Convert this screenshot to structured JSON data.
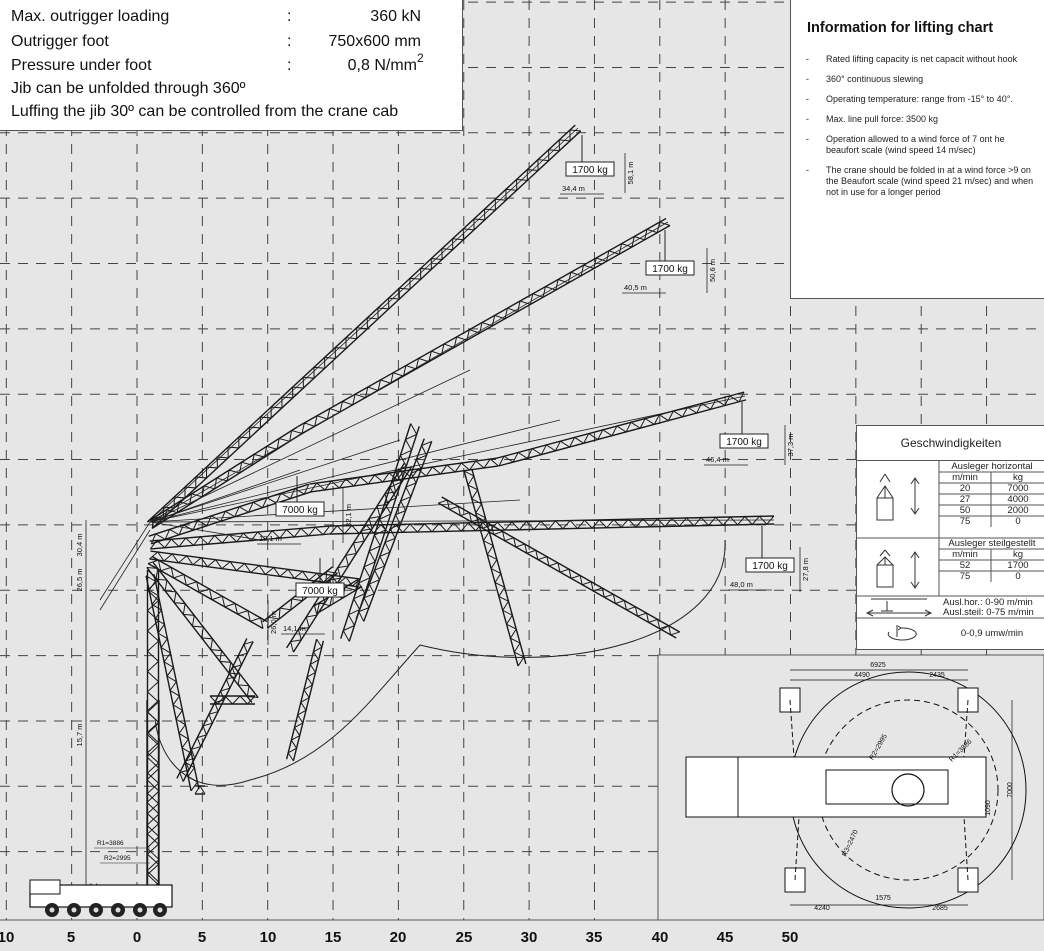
{
  "specs": {
    "rows": [
      {
        "label": "Max. outrigger loading",
        "value": "360 kN"
      },
      {
        "label": "Outrigger foot",
        "value": "750x600 mm"
      },
      {
        "label": "Pressure under foot",
        "value": "0,8 N/mm",
        "sup": "2"
      }
    ],
    "colon": ":",
    "notes": [
      "Jib can be unfolded through 360º",
      "Luffing the jib 30º can be controlled from the crane cab"
    ]
  },
  "info": {
    "title": "Information for lifting chart",
    "items": [
      "Rated lifting capacity is net capacit without hook",
      "360° continuous slewing",
      "Operating temperature: range from -15° to 40°.",
      "Max. line pull force:  3500 kg",
      "Operation allowed to a wind force of 7 ont he beaufort scale (wind speed 14 m/sec)",
      "The crane should be folded in at a wind force >9 on the Beaufort scale (wind speed 21 m/sec) and when not in use for a longer period"
    ]
  },
  "speeds": {
    "title": "Geschwindigkeiten",
    "horizontal": {
      "heading": "Ausleger horizontal",
      "cols": [
        "m/min",
        "kg"
      ],
      "rows": [
        [
          "20",
          "7000"
        ],
        [
          "27",
          "4000"
        ],
        [
          "50",
          "2000"
        ],
        [
          "75",
          "0"
        ]
      ]
    },
    "steep": {
      "heading": "Ausleger steilgestellt",
      "cols": [
        "m/min",
        "kg"
      ],
      "rows": [
        [
          "52",
          "1700"
        ],
        [
          "75",
          "0"
        ]
      ]
    },
    "trolley": [
      "Ausl.hor.: 0-90 m/min",
      "Ausl.steil: 0-75 m/min"
    ],
    "slew": "0-0,9 umw/min"
  },
  "axis": {
    "ticks": [
      "10",
      "5",
      "0",
      "5",
      "10",
      "15",
      "20",
      "25",
      "30",
      "35",
      "40",
      "45",
      "50"
    ]
  },
  "lifting": {
    "loads": [
      {
        "kg": "1700 kg",
        "radius": "34,4 m",
        "height": "58,1 m"
      },
      {
        "kg": "1700 kg",
        "radius": "40,5 m",
        "height": "50,6 m"
      },
      {
        "kg": "1700 kg",
        "radius": "46,4 m",
        "height": "37,3 m"
      },
      {
        "kg": "1700 kg",
        "radius": "48,0 m",
        "height": "27,8 m"
      },
      {
        "kg": "7000 kg",
        "radius": "12,1 m",
        "height": "32,1 m"
      },
      {
        "kg": "7000 kg",
        "radius": "14,1 m",
        "height": "26,0 m"
      }
    ],
    "mast_heights": [
      "30,4 m",
      "26,5 m",
      "15,7 m"
    ],
    "mast_radii": [
      "R1=3886",
      "R2=2995"
    ],
    "mast_small": "8,4"
  },
  "footprint": {
    "dims": [
      "6925",
      "4490",
      "2435",
      "4240",
      "1575",
      "2685",
      "7000",
      "1090"
    ],
    "radii": [
      "R2=2995",
      "R1=3886",
      "R3=2470"
    ]
  },
  "colors": {
    "grid": "#444444",
    "structure": "#1a1a1a",
    "panel_bg": "#ffffff",
    "chart_bg": "#e6e6e6"
  }
}
